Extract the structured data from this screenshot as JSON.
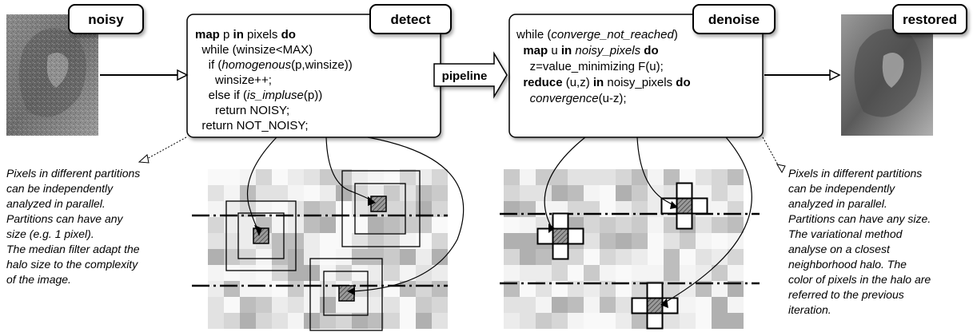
{
  "labels": {
    "noisy": "noisy",
    "detect": "detect",
    "pipeline": "pipeline",
    "denoise": "denoise",
    "restored": "restored"
  },
  "detect_code": [
    [
      {
        "t": "map",
        "s": "b"
      },
      {
        "t": " p "
      },
      {
        "t": "in",
        "s": "b"
      },
      {
        "t": " pixels "
      },
      {
        "t": "do",
        "s": "b"
      }
    ],
    [
      {
        "t": "  while (winsize<MAX)"
      }
    ],
    [
      {
        "t": "    if ("
      },
      {
        "t": "homogenous",
        "s": "i"
      },
      {
        "t": "(p,winsize))"
      }
    ],
    [
      {
        "t": "      winsize++;"
      }
    ],
    [
      {
        "t": "    else if ("
      },
      {
        "t": "is_impluse",
        "s": "i"
      },
      {
        "t": "(p))"
      }
    ],
    [
      {
        "t": "      return NOISY;"
      }
    ],
    [
      {
        "t": "  return NOT_NOISY;"
      }
    ]
  ],
  "denoise_code": [
    [
      {
        "t": "while ("
      },
      {
        "t": "converge_not_reached",
        "s": "i"
      },
      {
        "t": ")"
      }
    ],
    [
      {
        "t": "  "
      },
      {
        "t": "map",
        "s": "b"
      },
      {
        "t": " u "
      },
      {
        "t": "in",
        "s": "b"
      },
      {
        "t": " "
      },
      {
        "t": "noisy_pixels",
        "s": "i"
      },
      {
        "t": " "
      },
      {
        "t": "do",
        "s": "b"
      }
    ],
    [
      {
        "t": "    z=value_minimizing F(u);"
      }
    ],
    [
      {
        "t": "  "
      },
      {
        "t": "reduce",
        "s": "b"
      },
      {
        "t": " (u,z) "
      },
      {
        "t": "in",
        "s": "b"
      },
      {
        "t": " noisy_pixels "
      },
      {
        "t": "do",
        "s": "b"
      }
    ],
    [
      {
        "t": "    "
      },
      {
        "t": "convergence",
        "s": "i"
      },
      {
        "t": "(u-z);"
      }
    ]
  ],
  "left_note": [
    "Pixels in different partitions",
    "can be independently",
    "analyzed in parallel.",
    "Partitions can have any",
    "size (e.g. 1 pixel).",
    "The median filter adapt the",
    "halo size to the complexity",
    "of the image."
  ],
  "right_note": [
    "Pixels in different partitions",
    "can be independently",
    "analyzed in parallel.",
    "Partitions can have any size.",
    "The variational method",
    "analyse on a closest",
    "neighborhood halo. The",
    "color of pixels in the halo are",
    "referred to the previous",
    "iteration."
  ]
}
